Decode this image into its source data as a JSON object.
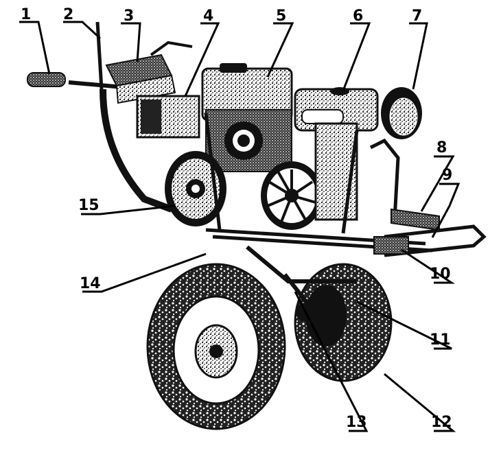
{
  "figure": {
    "callouts": [
      {
        "id": "1",
        "label": "1"
      },
      {
        "id": "2",
        "label": "2"
      },
      {
        "id": "3",
        "label": "3"
      },
      {
        "id": "4",
        "label": "4"
      },
      {
        "id": "5",
        "label": "5"
      },
      {
        "id": "6",
        "label": "6"
      },
      {
        "id": "7",
        "label": "7"
      },
      {
        "id": "8",
        "label": "8"
      },
      {
        "id": "9",
        "label": "9"
      },
      {
        "id": "10",
        "label": "10"
      },
      {
        "id": "11",
        "label": "11"
      },
      {
        "id": "12",
        "label": "12"
      },
      {
        "id": "13",
        "label": "13"
      },
      {
        "id": "14",
        "label": "14"
      },
      {
        "id": "15",
        "label": "15"
      }
    ],
    "colors": {
      "ink": "#111111",
      "paper": "#ffffff"
    }
  }
}
